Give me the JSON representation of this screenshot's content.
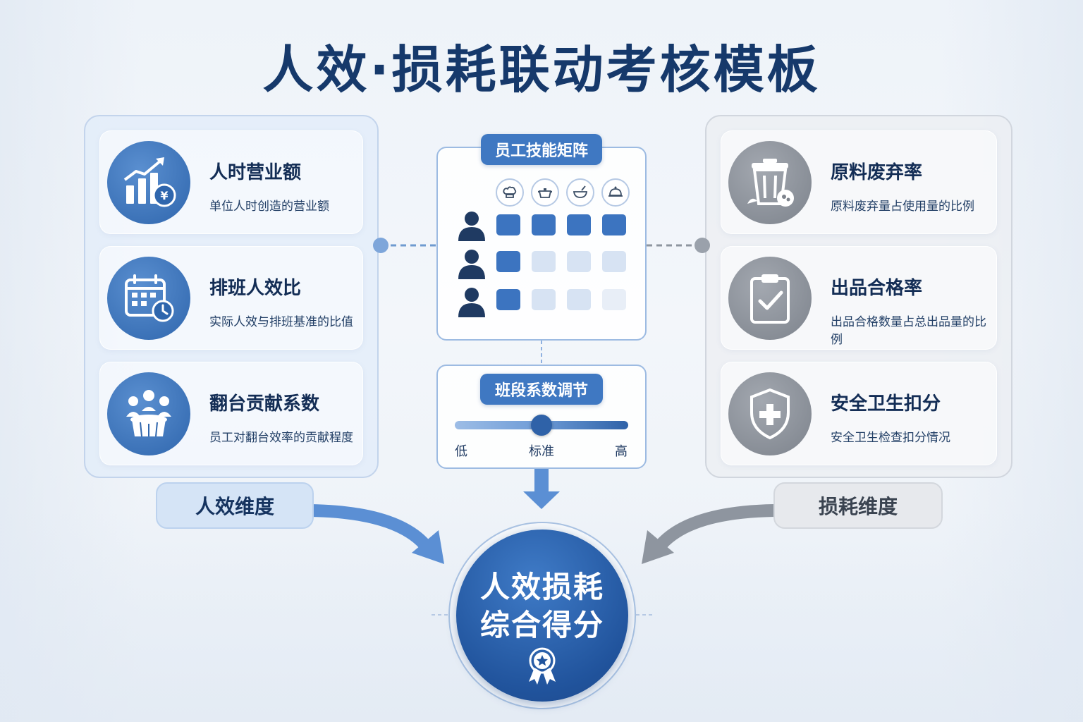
{
  "title": "人效·损耗联动考核模板",
  "left_panel": {
    "items": [
      {
        "title": "人时营业额",
        "desc": "单位人时创造的营业额",
        "icon": "chart-yen-icon"
      },
      {
        "title": "排班人效比",
        "desc": "实际人效与排班基准的比值",
        "icon": "calendar-clock-icon"
      },
      {
        "title": "翻台贡献系数",
        "desc": "员工对翻台效率的贡献程度",
        "icon": "dining-table-icon"
      }
    ],
    "dimension_label": "人效维度"
  },
  "right_panel": {
    "items": [
      {
        "title": "原料废弃率",
        "desc": "原料废弃量占使用量的比例",
        "icon": "trash-bin-icon"
      },
      {
        "title": "出品合格率",
        "desc": "出品合格数量占总出品量的比例",
        "icon": "clipboard-check-icon"
      },
      {
        "title": "安全卫生扣分",
        "desc": "安全卫生检查扣分情况",
        "icon": "shield-plus-icon"
      }
    ],
    "dimension_label": "损耗维度"
  },
  "matrix": {
    "title": "员工技能矩阵",
    "tools": [
      "chef-hat-icon",
      "pot-icon",
      "bowl-icon",
      "cloche-icon"
    ],
    "levels": [
      [
        "dark",
        "dark",
        "dark",
        "dark"
      ],
      [
        "dark",
        "light",
        "light",
        "light"
      ],
      [
        "dark",
        "light",
        "light",
        "pale"
      ]
    ]
  },
  "coefficient": {
    "title": "班段系数调节",
    "low": "低",
    "standard": "标准",
    "high": "高",
    "level": 0.5
  },
  "score": {
    "line1": "人效损耗",
    "line2": "综合得分",
    "badge_icon": "star-ribbon-icon"
  },
  "colors": {
    "primary_blue": "#3f78c2",
    "dark_blue": "#21549d",
    "grey": "#7d838c",
    "title": "#16396b"
  }
}
